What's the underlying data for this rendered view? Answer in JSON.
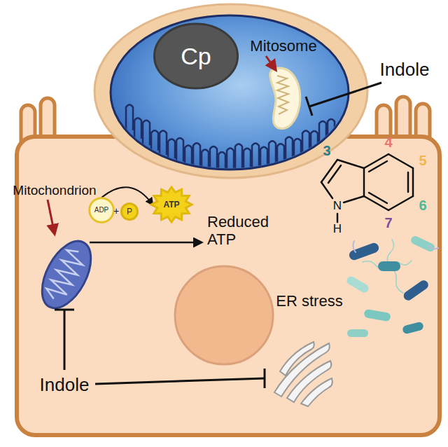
{
  "diagram": {
    "nodes": [
      {
        "text": [
          "Cp"
        ]
      },
      {
        "text": [
          "ADP"
        ]
      },
      {
        "text": [
          "P"
        ]
      },
      {
        "text": [
          "ATP"
        ]
      }
    ],
    "edges": [
      {
        "from": 1,
        "to": 3,
        "arrow": "to"
      }
    ],
    "labels": [
      "Mitosome",
      "Indole",
      "3",
      "4",
      "5",
      "6",
      "7",
      "N",
      "H",
      "Mitochondrion",
      "+",
      "Reduced ATP",
      "ER stress",
      "Indole"
    ]
  }
}
